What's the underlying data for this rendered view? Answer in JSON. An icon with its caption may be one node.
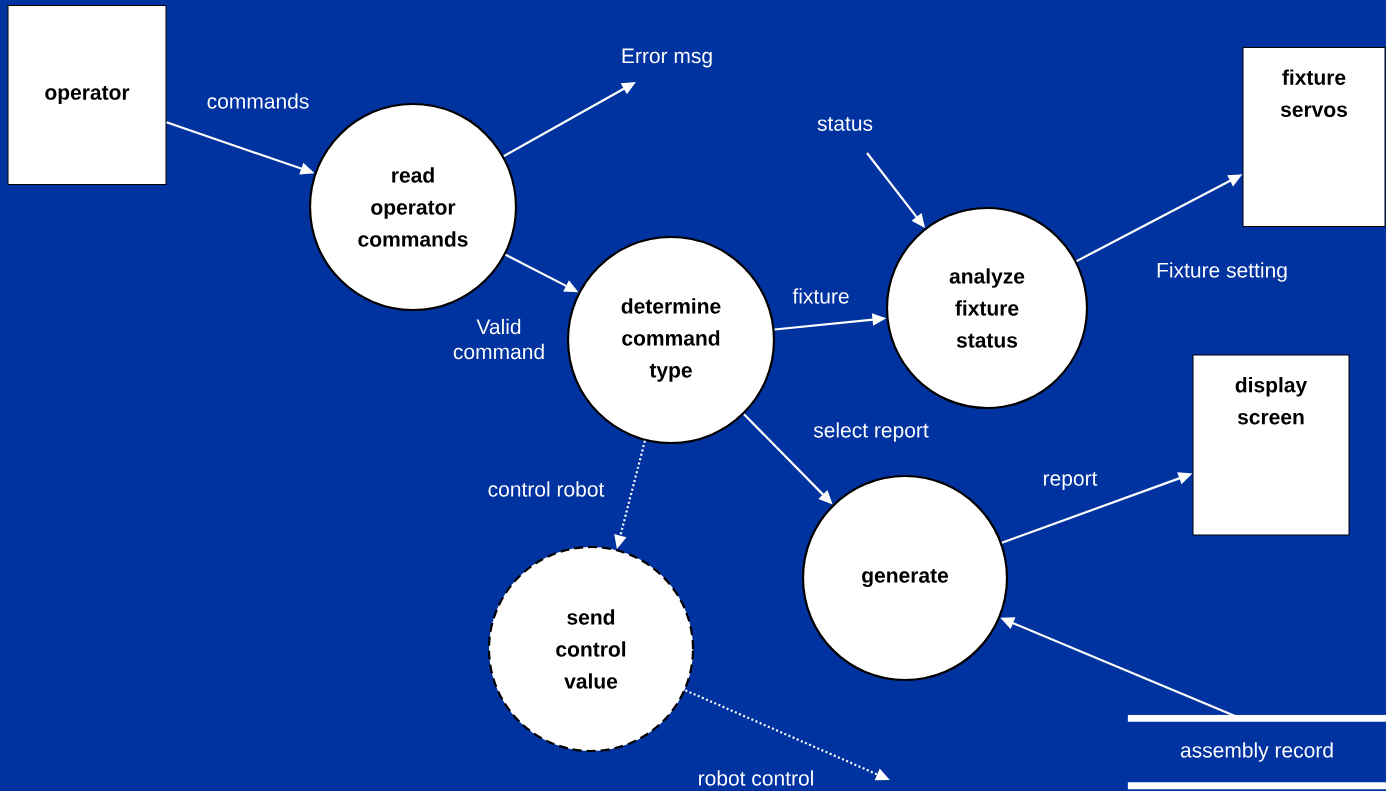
{
  "diagram": {
    "nodes": [
      {
        "text": [
          "operator"
        ]
      },
      {
        "text": [
          "read operator commands"
        ]
      },
      {
        "text": [
          "determine command type"
        ]
      },
      {
        "text": [
          "analyze fixture status"
        ]
      },
      {
        "text": [
          "fixture servos"
        ]
      },
      {
        "text": [
          "display screen"
        ]
      },
      {
        "text": [
          "generate"
        ]
      },
      {
        "text": [
          "send control value"
        ]
      },
      {
        "text": [
          "assembly record"
        ]
      }
    ],
    "edges": [
      {
        "from": 0,
        "to": 1,
        "arrow": "to",
        "label": "commands"
      },
      {
        "from": 1,
        "to": null,
        "arrow": "to",
        "label": "Error msg"
      },
      {
        "from": null,
        "to": 3,
        "arrow": "to",
        "label": "status"
      },
      {
        "from": 1,
        "to": 2,
        "arrow": "to",
        "label": "Valid command"
      },
      {
        "from": 2,
        "to": 3,
        "arrow": "to",
        "label": "fixture"
      },
      {
        "from": 3,
        "to": 4,
        "arrow": "to",
        "label": "Fixture setting"
      },
      {
        "from": 2,
        "to": 6,
        "arrow": "to",
        "label": "select report"
      },
      {
        "from": 2,
        "to": 7,
        "arrow": "to",
        "label": "control robot",
        "style": "dashed"
      },
      {
        "from": 6,
        "to": 5,
        "arrow": "to",
        "label": "report"
      },
      {
        "from": 8,
        "to": 6,
        "arrow": "to"
      },
      {
        "from": 7,
        "to": null,
        "arrow": "to",
        "label": "robot control",
        "style": "dashed"
      }
    ]
  }
}
